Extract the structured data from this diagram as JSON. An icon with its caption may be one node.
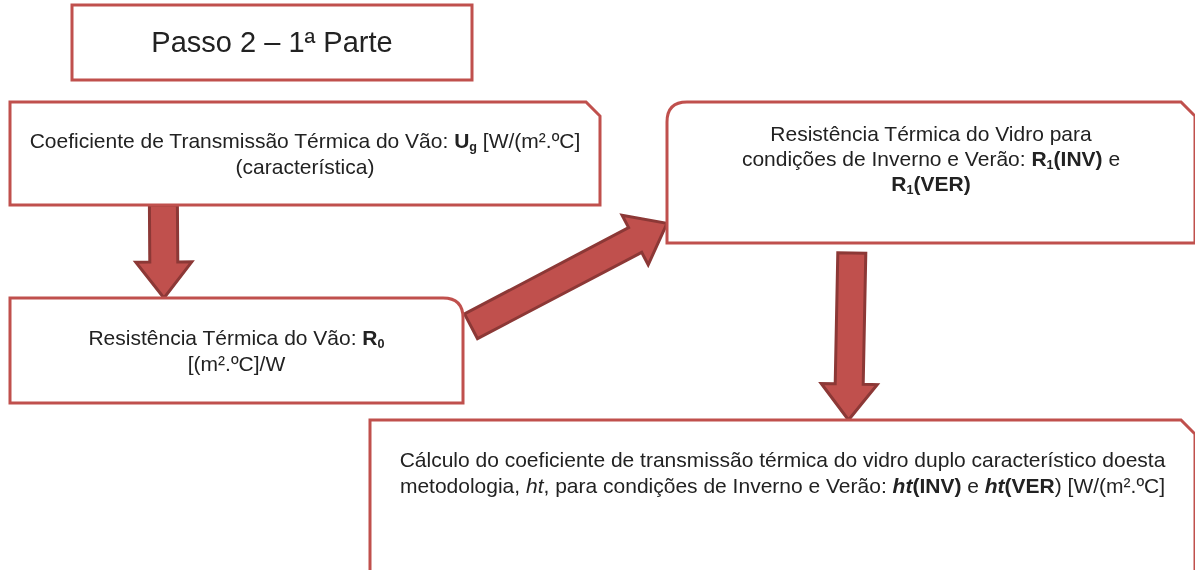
{
  "diagram": {
    "nodes": [
      {
        "text": [
          "Passo 2 – 1ª Parte"
        ]
      },
      {
        "text": [
          "Coeficiente de Transmissão Térmica do Vão: **U$_{g}$** [W/(m².ºC] (característica)"
        ]
      },
      {
        "text": [
          "Resistência Térmica do Vão: **R$_{0}$** [(m².ºC]/W"
        ]
      },
      {
        "text": [
          "Resistência Térmica do Vidro para condições de Inverno e Verão: **R$_{1}$(INV)** e **R$_{1}$(VER)**"
        ]
      },
      {
        "text": [
          "Cálculo do coeficiente de transmissão térmica do vidro duplo característico doesta metodologia, *ht*, para condições de Inverno e Verão: ***ht*(INV)** e ***ht*(VER**) [W/(m².ºC]"
        ]
      }
    ],
    "edges": [
      {
        "from": 1,
        "to": 2,
        "arrow": "to",
        "style": "thick"
      },
      {
        "from": 2,
        "to": 3,
        "arrow": "to",
        "style": "thick"
      },
      {
        "from": 3,
        "to": 4,
        "arrow": "to",
        "style": "thick"
      }
    ]
  }
}
